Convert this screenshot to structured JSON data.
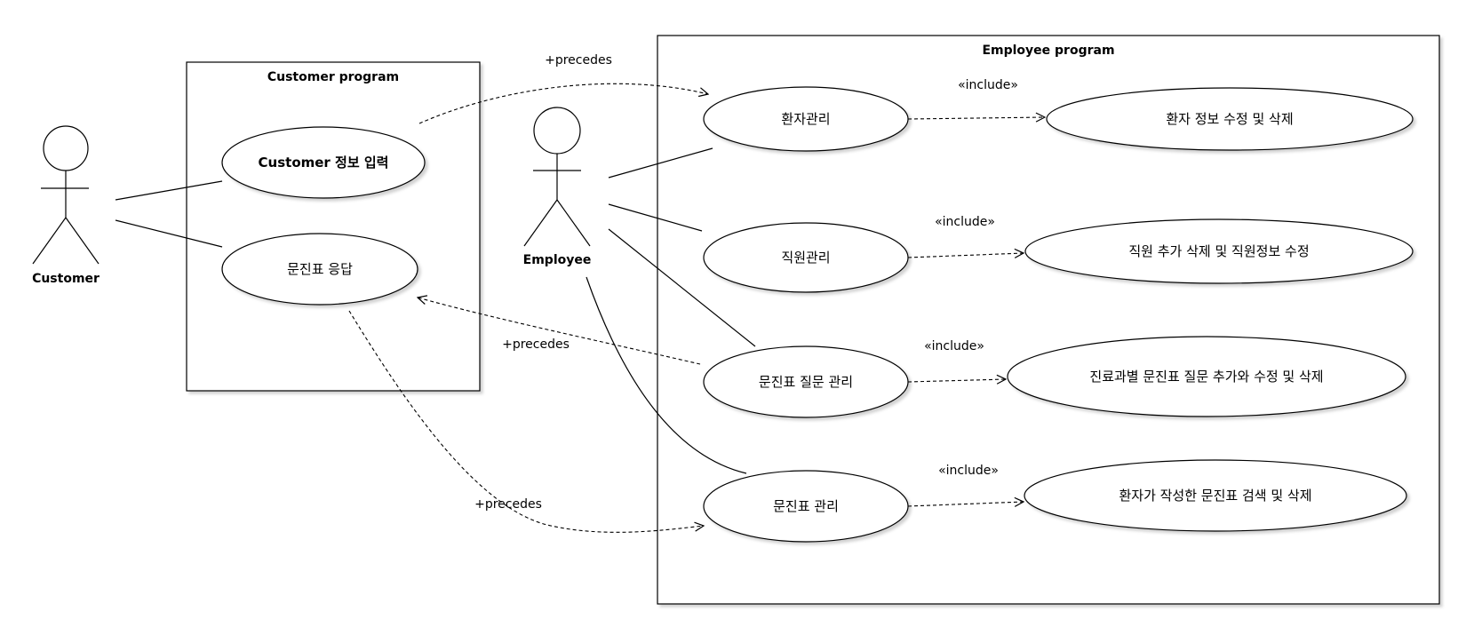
{
  "actors": {
    "customer": "Customer",
    "employee": "Employee"
  },
  "systems": {
    "customer_program": "Customer program",
    "employee_program": "Employee program"
  },
  "use_cases": {
    "customer_info_input": "Customer 정보 입력",
    "questionnaire_response": "문진표 응답",
    "patient_mgmt": "환자관리",
    "staff_mgmt": "직원관리",
    "question_mgmt": "문진표 질문 관리",
    "questionnaire_mgmt": "문진표 관리",
    "patient_edit_delete": "환자 정보 수정 및 삭제",
    "staff_add_delete_edit": "직원 추가 삭제 및 직원정보 수정",
    "dept_question_crud": "진료과별 문진표 질문 추가와 수정 및 삭제",
    "patient_questionnaire_search_delete": "환자가 작성한 문진표 검색 및 삭제"
  },
  "relations": {
    "precedes": "+precedes",
    "include": "«include»"
  }
}
